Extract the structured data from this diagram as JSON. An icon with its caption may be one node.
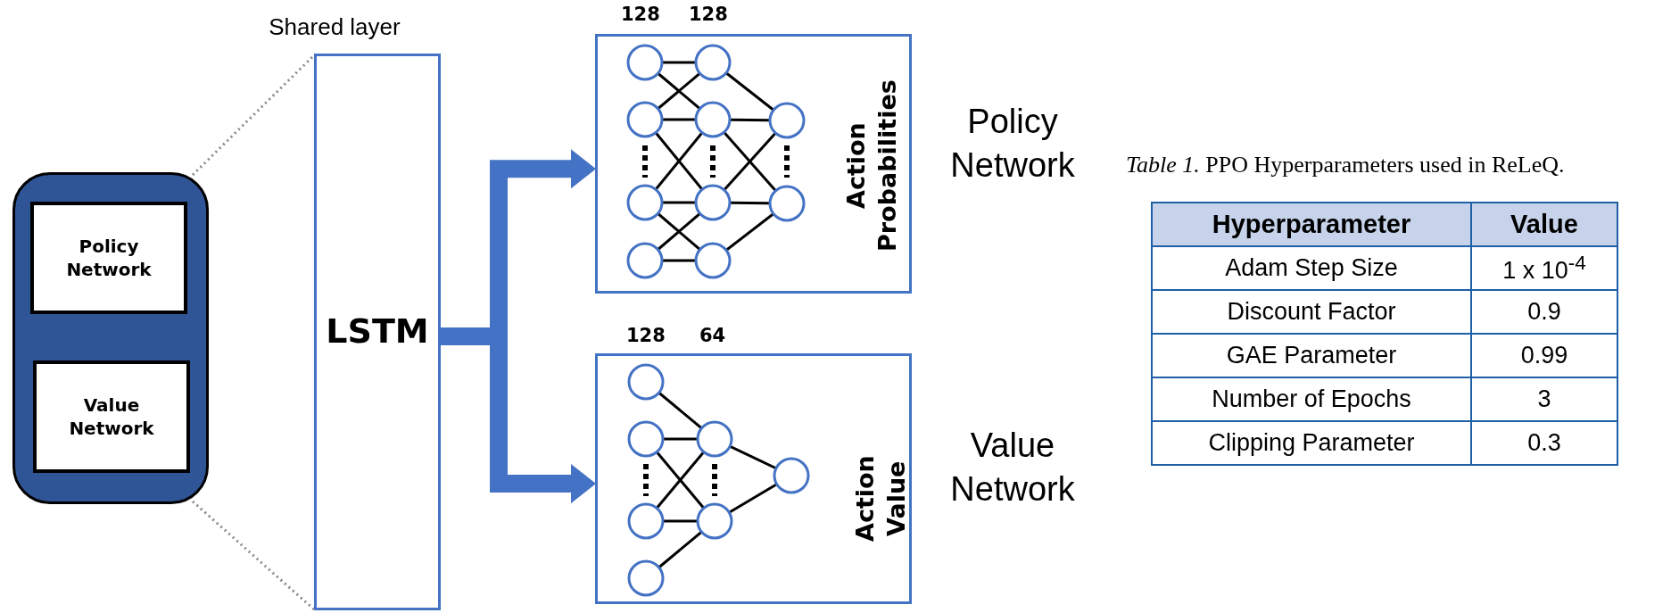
{
  "diagram": {
    "nodes": [
      {
        "text": [],
        "shape": "box"
      },
      {
        "text": [
          "Policy Network"
        ],
        "in": 0
      },
      {
        "text": [
          "Value Network"
        ],
        "in": 0
      },
      {
        "text": [
          "LSTM"
        ],
        "beside": [
          "Shared layer"
        ]
      },
      {
        "text": [
          "Action Probabilities"
        ],
        "beside": [
          "Policy Network"
        ]
      },
      {
        "text": [
          "Action Value"
        ],
        "beside": [
          "Value Network"
        ]
      }
    ],
    "edges": [
      {
        "from": 0,
        "to": 3,
        "arrow": "none",
        "style": "dashed"
      },
      {
        "from": 0,
        "to": 3,
        "arrow": "none",
        "style": "dashed"
      },
      {
        "from": 3,
        "to": 4,
        "arrow": "to",
        "style": "thick"
      },
      {
        "from": 3,
        "to": 5,
        "arrow": "to",
        "style": "thick"
      }
    ],
    "labels": [
      "128",
      "128",
      "128",
      "64",
      "*Table 1.* PPO Hyperparameters used in ReLeQ.",
      "Hyperparameter",
      "Value",
      "Adam Step Size",
      "1 x 10$^{-4}$",
      "Discount Factor",
      "0.9",
      "GAE Parameter",
      "0.99",
      "Number of Epochs",
      "3",
      "Clipping Parameter",
      "0.3"
    ]
  }
}
